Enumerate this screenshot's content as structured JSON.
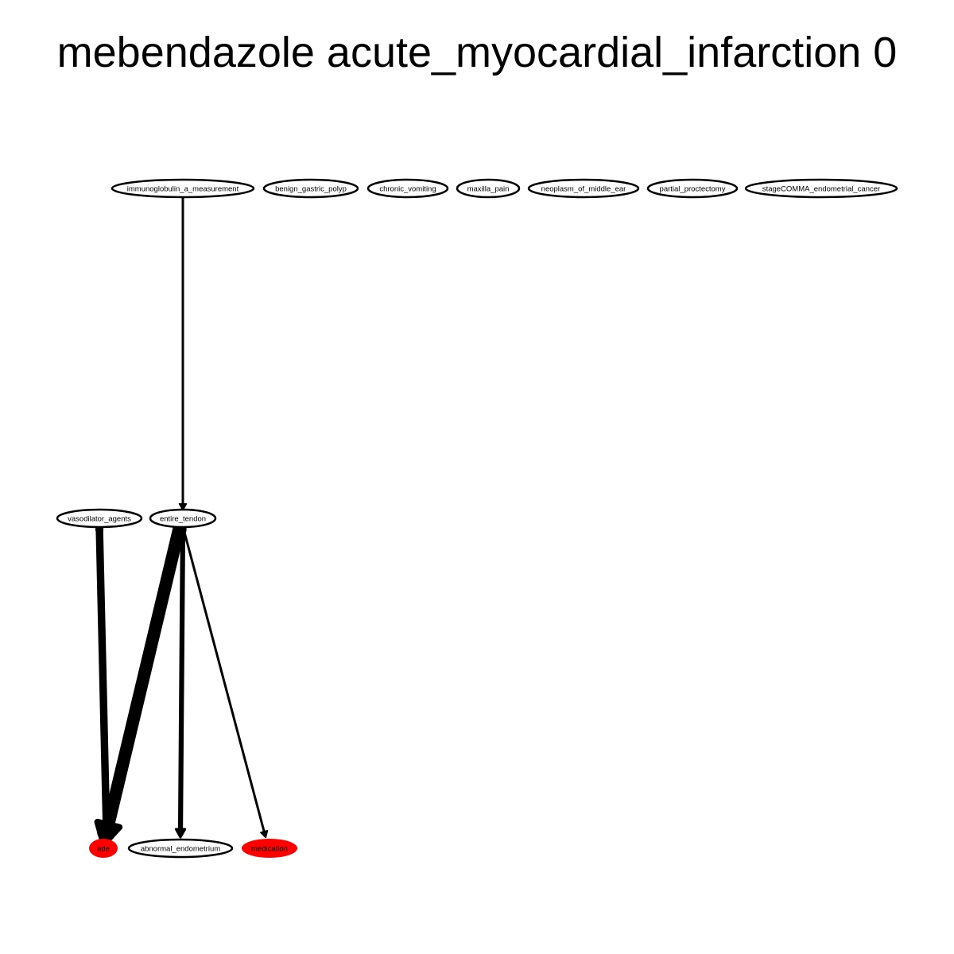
{
  "title": "mebendazole acute_myocardial_infarction 0",
  "colors": {
    "edge": "#000000",
    "node_outline": "#000000",
    "node_fill_default": "#ffffff",
    "node_fill_highlight": "#ff0000"
  },
  "nodes": [
    {
      "id": "immunoglobulin_a_measurement",
      "label": "immunoglobulin_a_measurement",
      "highlight": false
    },
    {
      "id": "benign_gastric_polyp",
      "label": "benign_gastric_polyp",
      "highlight": false
    },
    {
      "id": "chronic_vomiting",
      "label": "chronic_vomiting",
      "highlight": false
    },
    {
      "id": "maxilla_pain",
      "label": "maxilla_pain",
      "highlight": false
    },
    {
      "id": "neoplasm_of_middle_ear",
      "label": "neoplasm_of_middle_ear",
      "highlight": false
    },
    {
      "id": "partial_proctectomy",
      "label": "partial_proctectomy",
      "highlight": false
    },
    {
      "id": "stageCOMMA_endometrial_cancer",
      "label": "stageCOMMA_endometrial_cancer",
      "highlight": false
    },
    {
      "id": "vasodilator_agents",
      "label": "vasodilator_agents",
      "highlight": false
    },
    {
      "id": "entire_tendon",
      "label": "entire_tendon",
      "highlight": false
    },
    {
      "id": "ade",
      "label": "ade",
      "highlight": true
    },
    {
      "id": "abnormal_endometrium",
      "label": "abnormal_endometrium",
      "highlight": false
    },
    {
      "id": "medication",
      "label": "medication",
      "highlight": true
    }
  ],
  "edges": [
    {
      "from": "immunoglobulin_a_measurement",
      "to": "entire_tendon",
      "weight": 1
    },
    {
      "from": "vasodilator_agents",
      "to": "ade",
      "weight": 3
    },
    {
      "from": "entire_tendon",
      "to": "ade",
      "weight": 5
    },
    {
      "from": "entire_tendon",
      "to": "abnormal_endometrium",
      "weight": 2
    },
    {
      "from": "entire_tendon",
      "to": "medication",
      "weight": 1
    }
  ]
}
